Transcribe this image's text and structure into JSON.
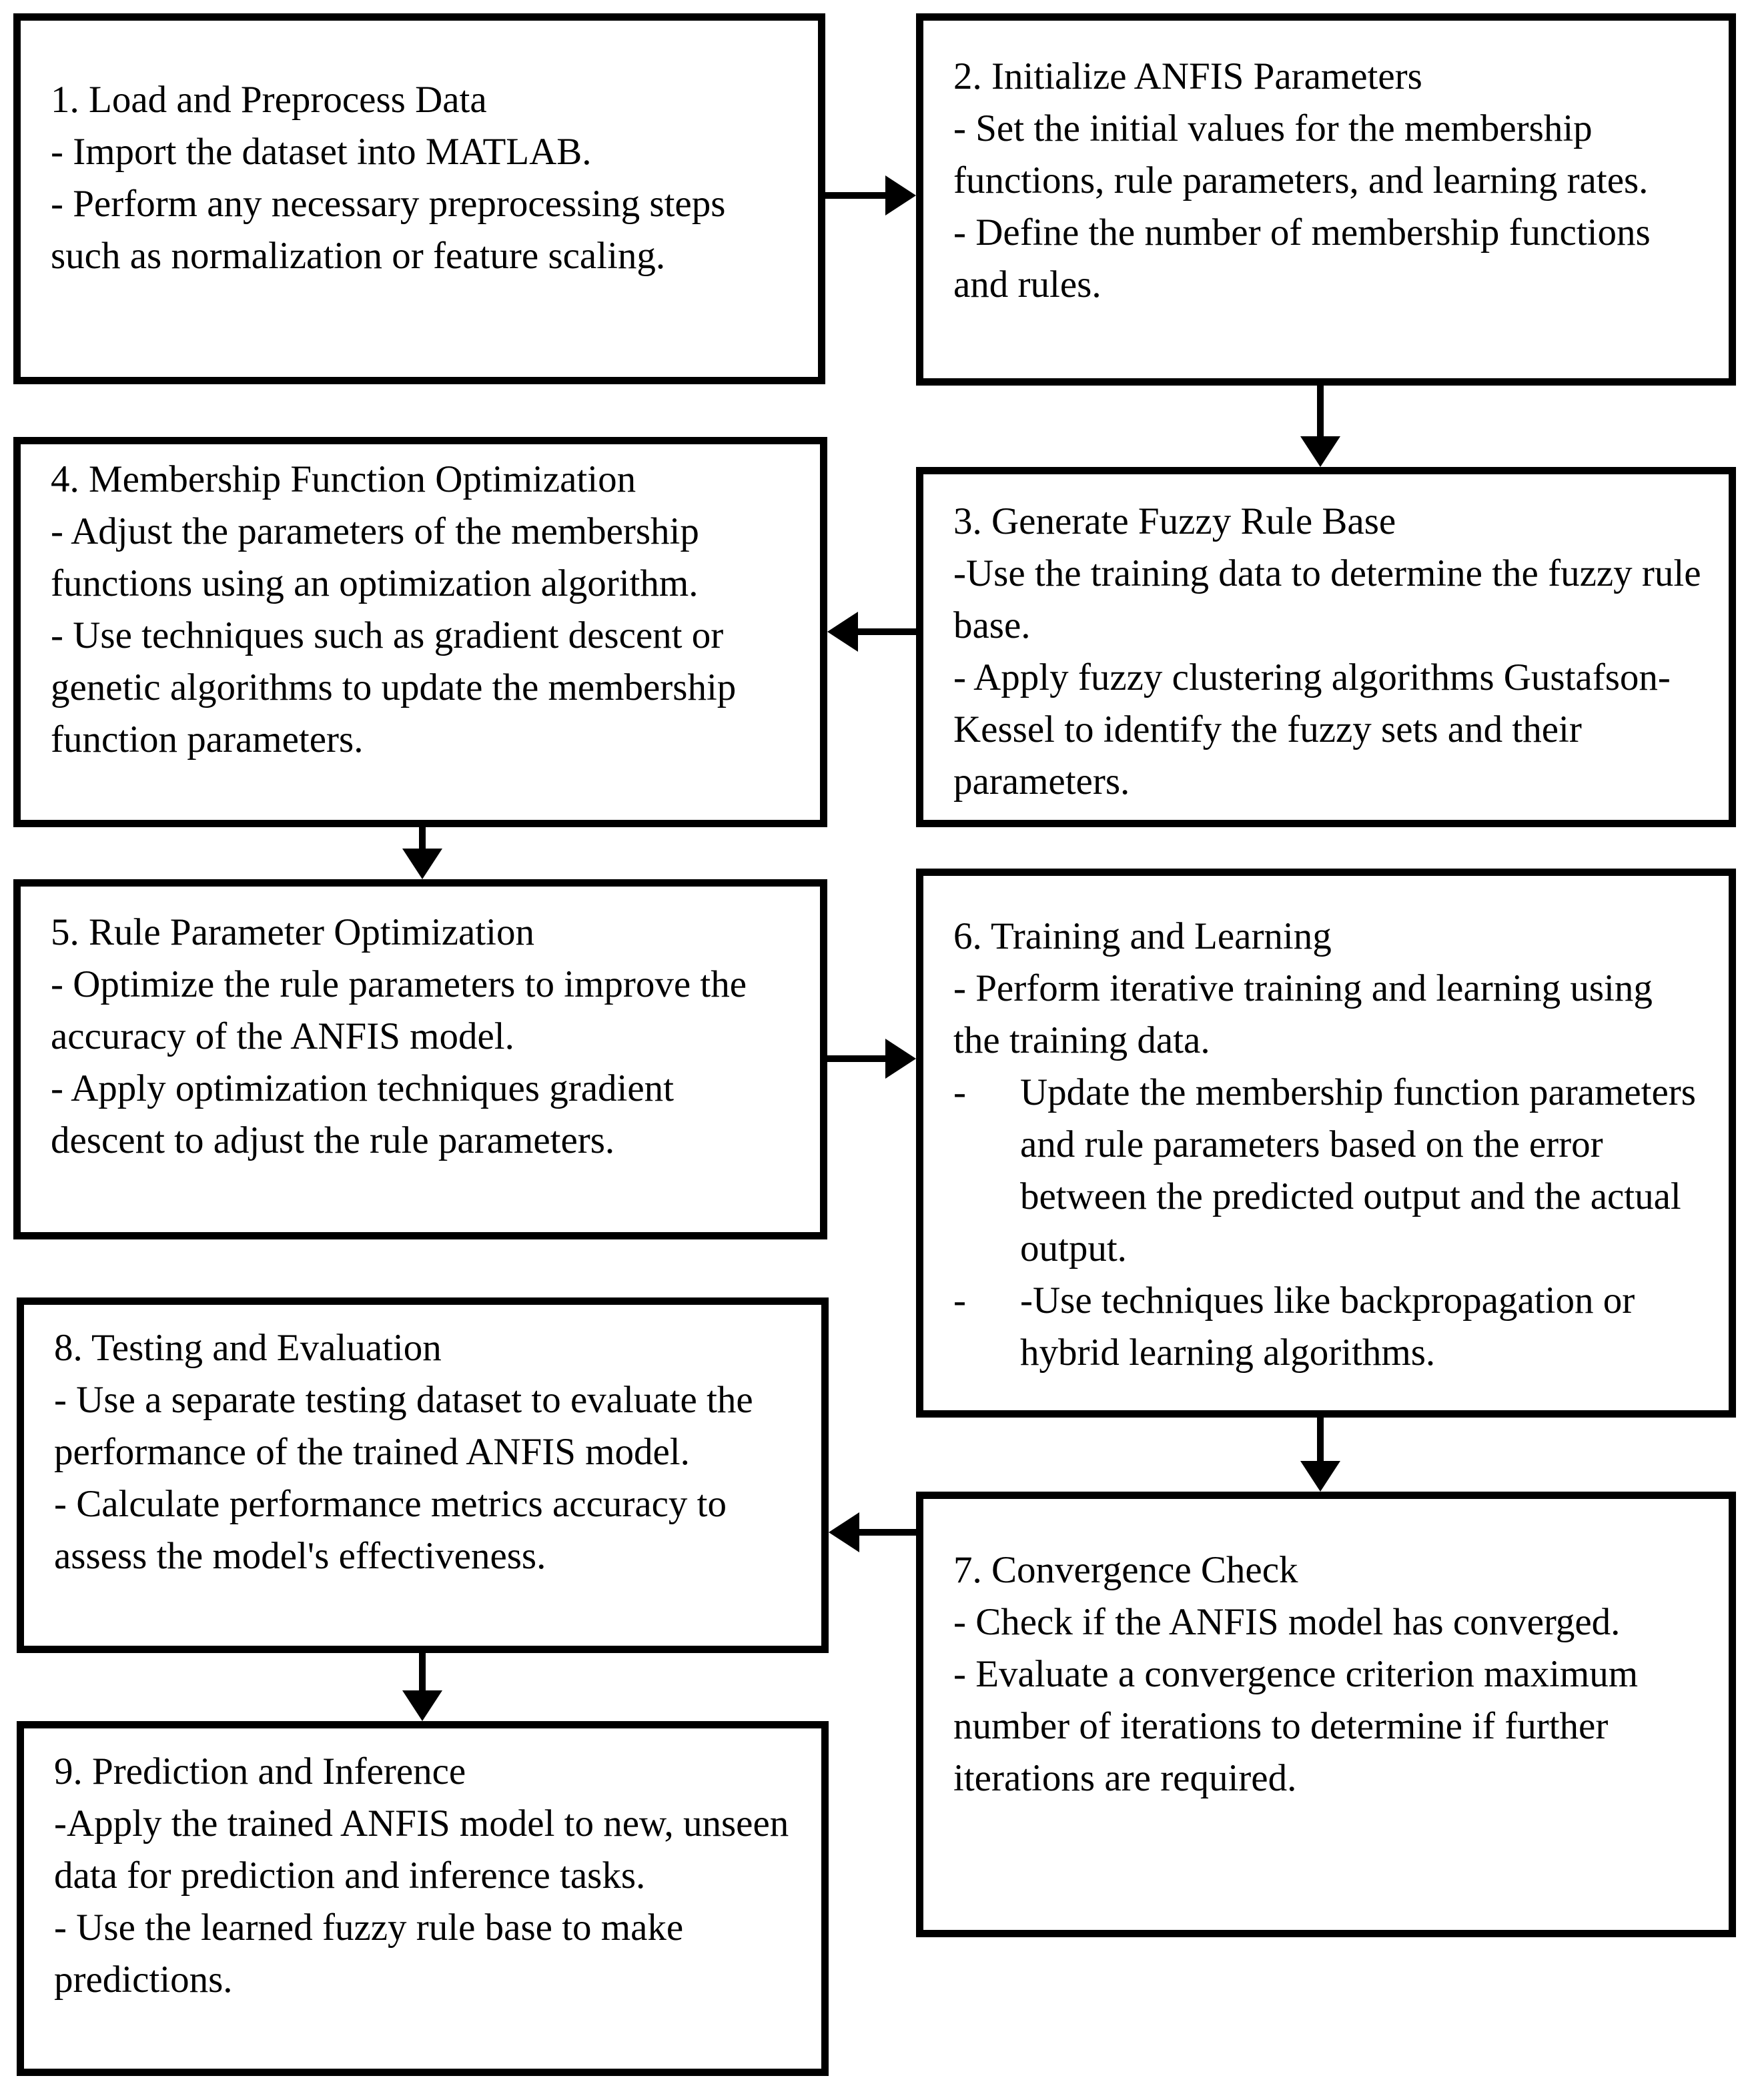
{
  "diagram": {
    "type": "flowchart",
    "subject": "ANFIS model workflow",
    "colors": {
      "background": "#ffffff",
      "box_border": "#000000",
      "text": "#000000",
      "arrow": "#000000"
    },
    "boxes": [
      {
        "id": "1",
        "paragraphs": [
          {
            "text": "1. Load and Preprocess Data"
          },
          {
            "text": "- Import the dataset into MATLAB."
          },
          {
            "text": "- Perform any necessary preprocessing steps such as normalization or feature scaling."
          }
        ]
      },
      {
        "id": "2",
        "paragraphs": [
          {
            "text": "2. Initialize ANFIS Parameters"
          },
          {
            "text": "- Set the initial values for the membership functions, rule parameters, and learning rates."
          },
          {
            "text": "- Define the number of membership functions and rules."
          }
        ]
      },
      {
        "id": "3",
        "paragraphs": [
          {
            "text": "3. Generate Fuzzy Rule Base"
          },
          {
            "text": "-Use the training data to determine the fuzzy rule base."
          },
          {
            "text": "- Apply fuzzy clustering algorithms Gustafson-Kessel to identify the fuzzy sets and their parameters."
          }
        ]
      },
      {
        "id": "4",
        "paragraphs": [
          {
            "text": "4. Membership Function Optimization"
          },
          {
            "text": "- Adjust the parameters of the membership functions using an optimization algorithm."
          },
          {
            "text": "- Use techniques such as gradient descent or genetic algorithms to update the membership function parameters."
          }
        ]
      },
      {
        "id": "5",
        "paragraphs": [
          {
            "text": "5. Rule Parameter Optimization"
          },
          {
            "text": "- Optimize the rule parameters to improve the accuracy of the ANFIS model."
          },
          {
            "text": "- Apply optimization techniques gradient descent to adjust the rule parameters."
          }
        ]
      },
      {
        "id": "6",
        "paragraphs": [
          {
            "text": "6. Training and Learning"
          },
          {
            "text": "- Perform iterative training and learning using the training data."
          },
          {
            "marker": "-",
            "text": "Update the membership function parameters and rule parameters based on the error between the predicted output and the actual output."
          },
          {
            "marker": "-",
            "text": "-Use techniques like backpropagation or hybrid learning algorithms."
          }
        ]
      },
      {
        "id": "7",
        "paragraphs": [
          {
            "text": "7. Convergence Check"
          },
          {
            "text": "- Check if the ANFIS model has converged."
          },
          {
            "text": "- Evaluate a convergence criterion maximum number of iterations to determine if further iterations are required."
          }
        ]
      },
      {
        "id": "8",
        "paragraphs": [
          {
            "text": "8. Testing and Evaluation"
          },
          {
            "text": "- Use a separate testing dataset to evaluate the performance of the trained ANFIS model."
          },
          {
            "text": "- Calculate performance metrics accuracy to assess the model's effectiveness."
          }
        ]
      },
      {
        "id": "9",
        "paragraphs": [
          {
            "text": "9. Prediction and Inference"
          },
          {
            "text": "-Apply the trained ANFIS model to new, unseen data for prediction and inference tasks."
          },
          {
            "text": "- Use the learned fuzzy rule base to make predictions."
          }
        ]
      }
    ],
    "connections": [
      {
        "from": "1",
        "to": "2",
        "direction": "right"
      },
      {
        "from": "2",
        "to": "3",
        "direction": "down"
      },
      {
        "from": "3",
        "to": "4",
        "direction": "left"
      },
      {
        "from": "4",
        "to": "5",
        "direction": "down"
      },
      {
        "from": "5",
        "to": "6",
        "direction": "right"
      },
      {
        "from": "6",
        "to": "7",
        "direction": "down"
      },
      {
        "from": "7",
        "to": "8",
        "direction": "left"
      },
      {
        "from": "8",
        "to": "9",
        "direction": "down"
      }
    ]
  }
}
